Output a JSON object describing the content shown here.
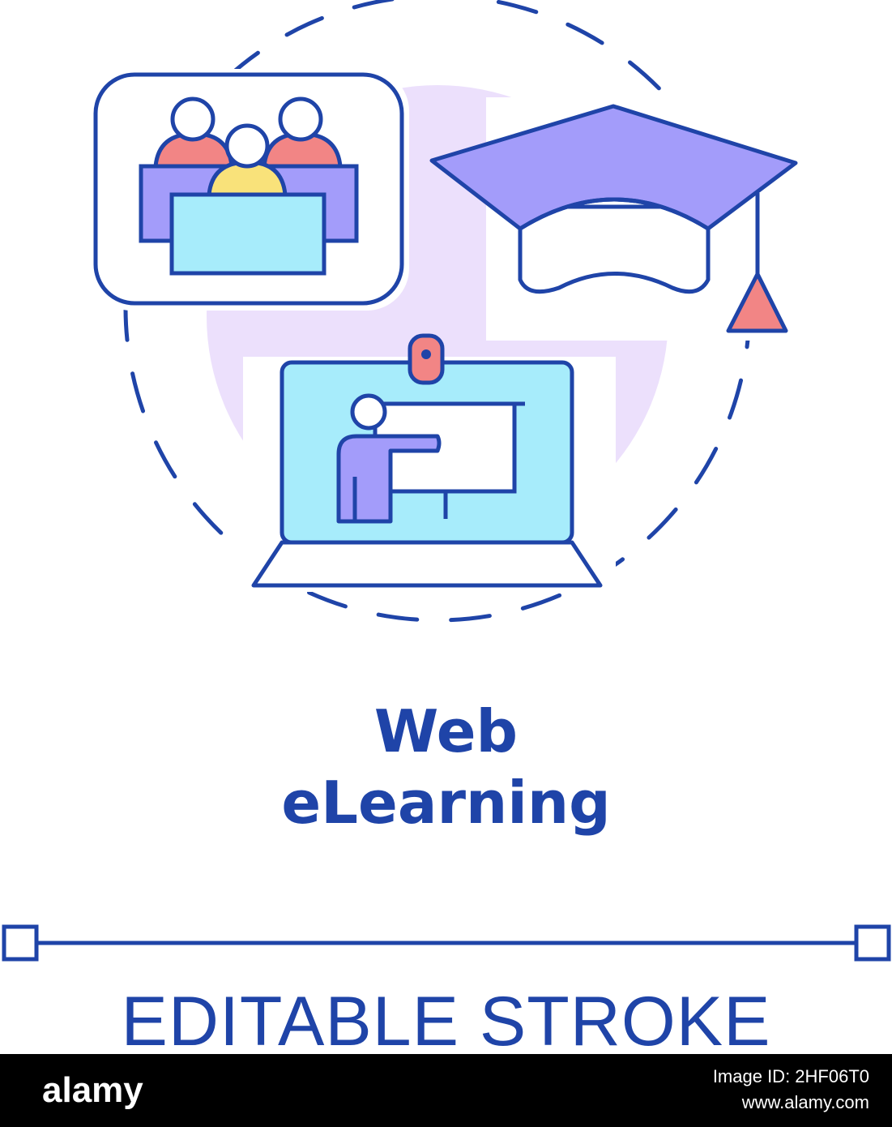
{
  "title": {
    "line1": "Web",
    "line2": "eLearning"
  },
  "caption": "EDITABLE STROKE",
  "footer": {
    "brand": "alamy",
    "image_id_label": "Image ID: 2HF06T0",
    "site": "www.alamy.com"
  },
  "icons": [
    "students-audience-icon",
    "graduation-cap-icon",
    "laptop-teacher-icon",
    "webcam-icon"
  ],
  "colors": {
    "stroke": "#1f44a8",
    "violet": "#a39cfa",
    "coral": "#f28585",
    "yellow": "#f9e27a",
    "cyan": "#a7ecfb",
    "lavender_bg": "#ece0fc",
    "footer_bg": "#000000"
  }
}
